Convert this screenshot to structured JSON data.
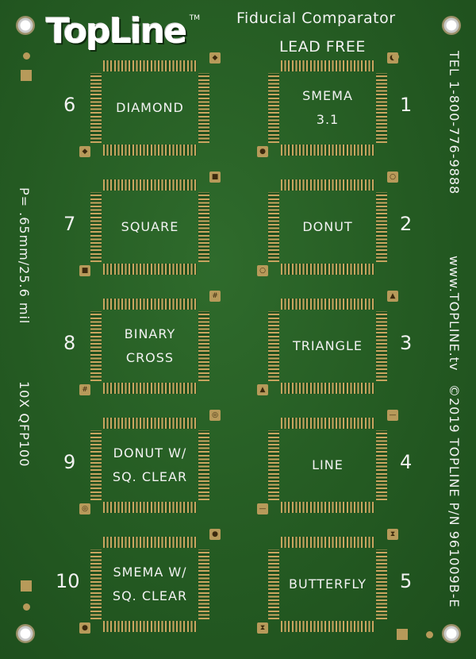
{
  "logo": {
    "text": "TopLine",
    "tm": "TM"
  },
  "header": {
    "title": "Fiducial Comparator",
    "subtitle": "LEAD FREE"
  },
  "side_right": {
    "tel": "TEL 1-800-776-9888",
    "web": "www.TOPLINE.tv",
    "copyright": "©2019 TOPLINE P/N 961009B-E"
  },
  "side_left": {
    "pitch": "P= .65mm/25.6 mil",
    "package": "10X QFP100"
  },
  "pads": [
    {
      "number": "6",
      "label": "DIAMOND",
      "fiducial": "diamond"
    },
    {
      "number": "1",
      "label": "SMEMA\n3.1",
      "fiducial": "circle"
    },
    {
      "number": "7",
      "label": "SQUARE",
      "fiducial": "square"
    },
    {
      "number": "2",
      "label": "DONUT",
      "fiducial": "donut"
    },
    {
      "number": "8",
      "label": "BINARY\nCROSS",
      "fiducial": "cross"
    },
    {
      "number": "3",
      "label": "TRIANGLE",
      "fiducial": "triangle"
    },
    {
      "number": "9",
      "label": "DONUT W/\nSQ. CLEAR",
      "fiducial": "donut-square"
    },
    {
      "number": "4",
      "label": "LINE",
      "fiducial": "line"
    },
    {
      "number": "10",
      "label": "SMEMA W/\nSQ. CLEAR",
      "fiducial": "smema-square"
    },
    {
      "number": "5",
      "label": "BUTTERFLY",
      "fiducial": "butterfly"
    }
  ],
  "colors": {
    "board": "#245a22",
    "copper": "#c9a560",
    "silkscreen": "#f2f2f2"
  }
}
